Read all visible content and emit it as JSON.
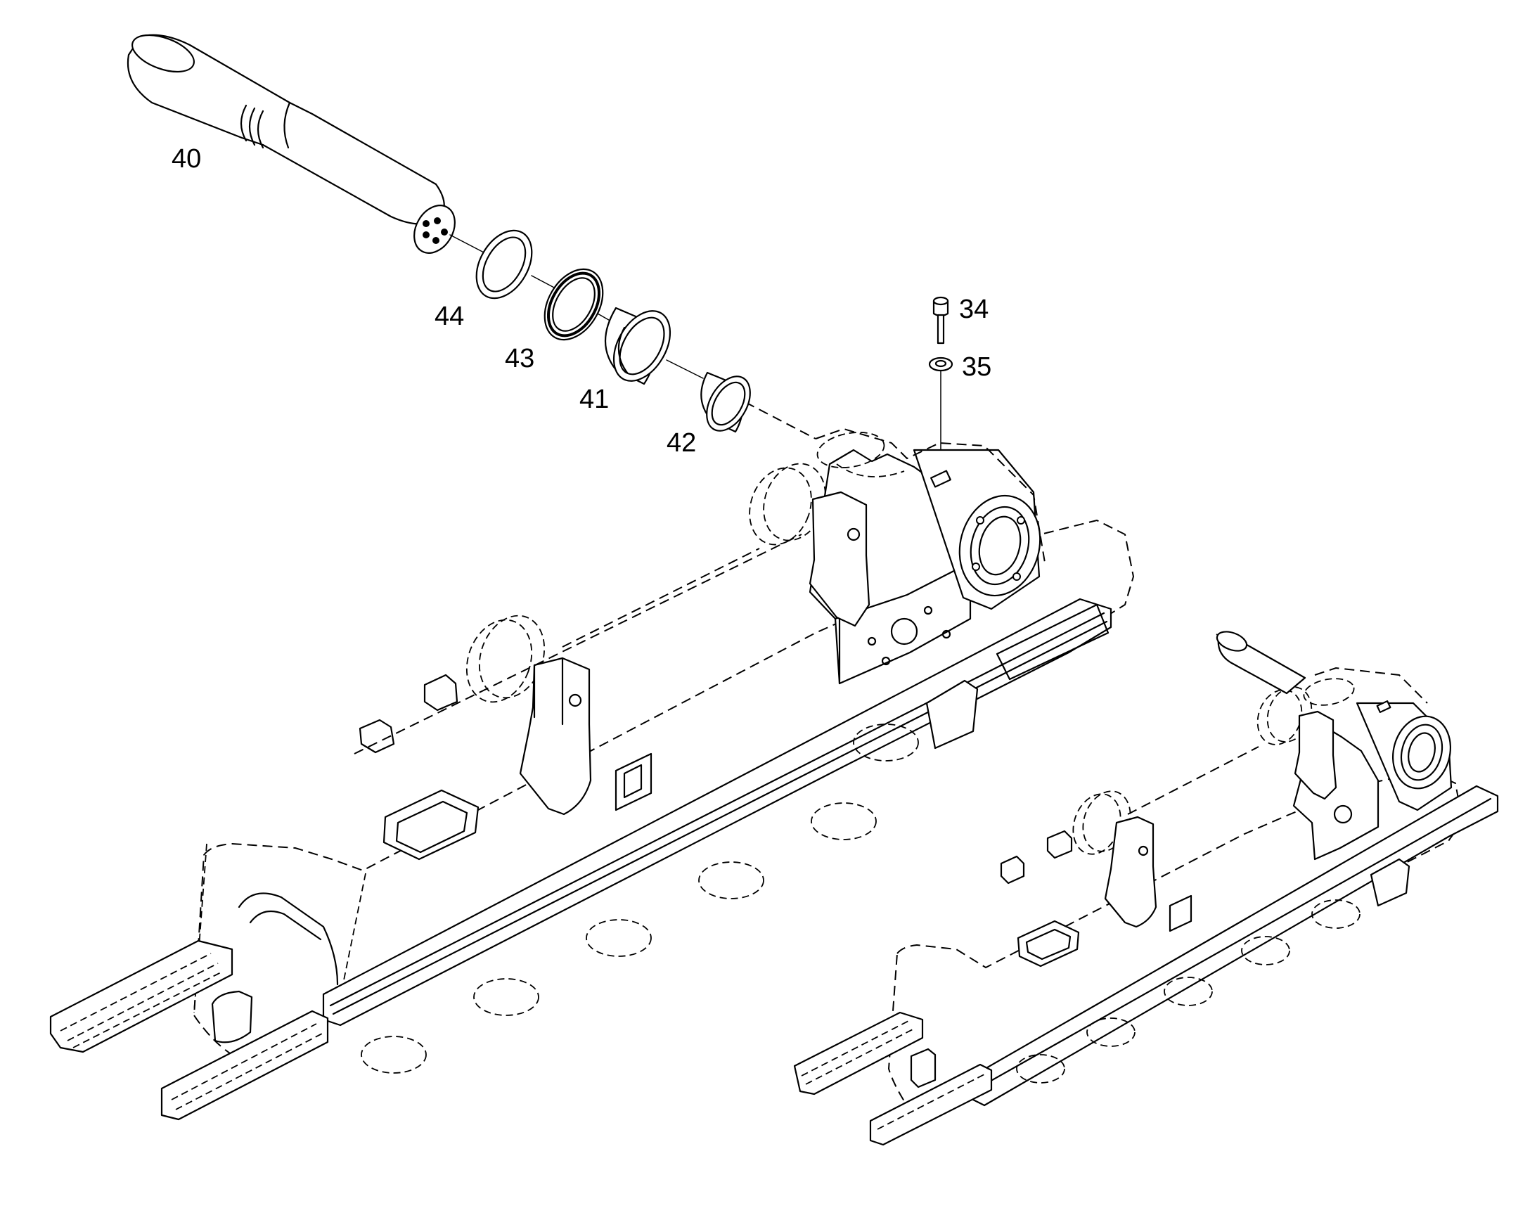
{
  "diagram": {
    "colors": {
      "line": "#000000",
      "background": "#ffffff"
    },
    "callouts": {
      "p40": "40",
      "p44": "44",
      "p43": "43",
      "p41": "41",
      "p42": "42",
      "p34": "34",
      "p35": "35"
    }
  }
}
